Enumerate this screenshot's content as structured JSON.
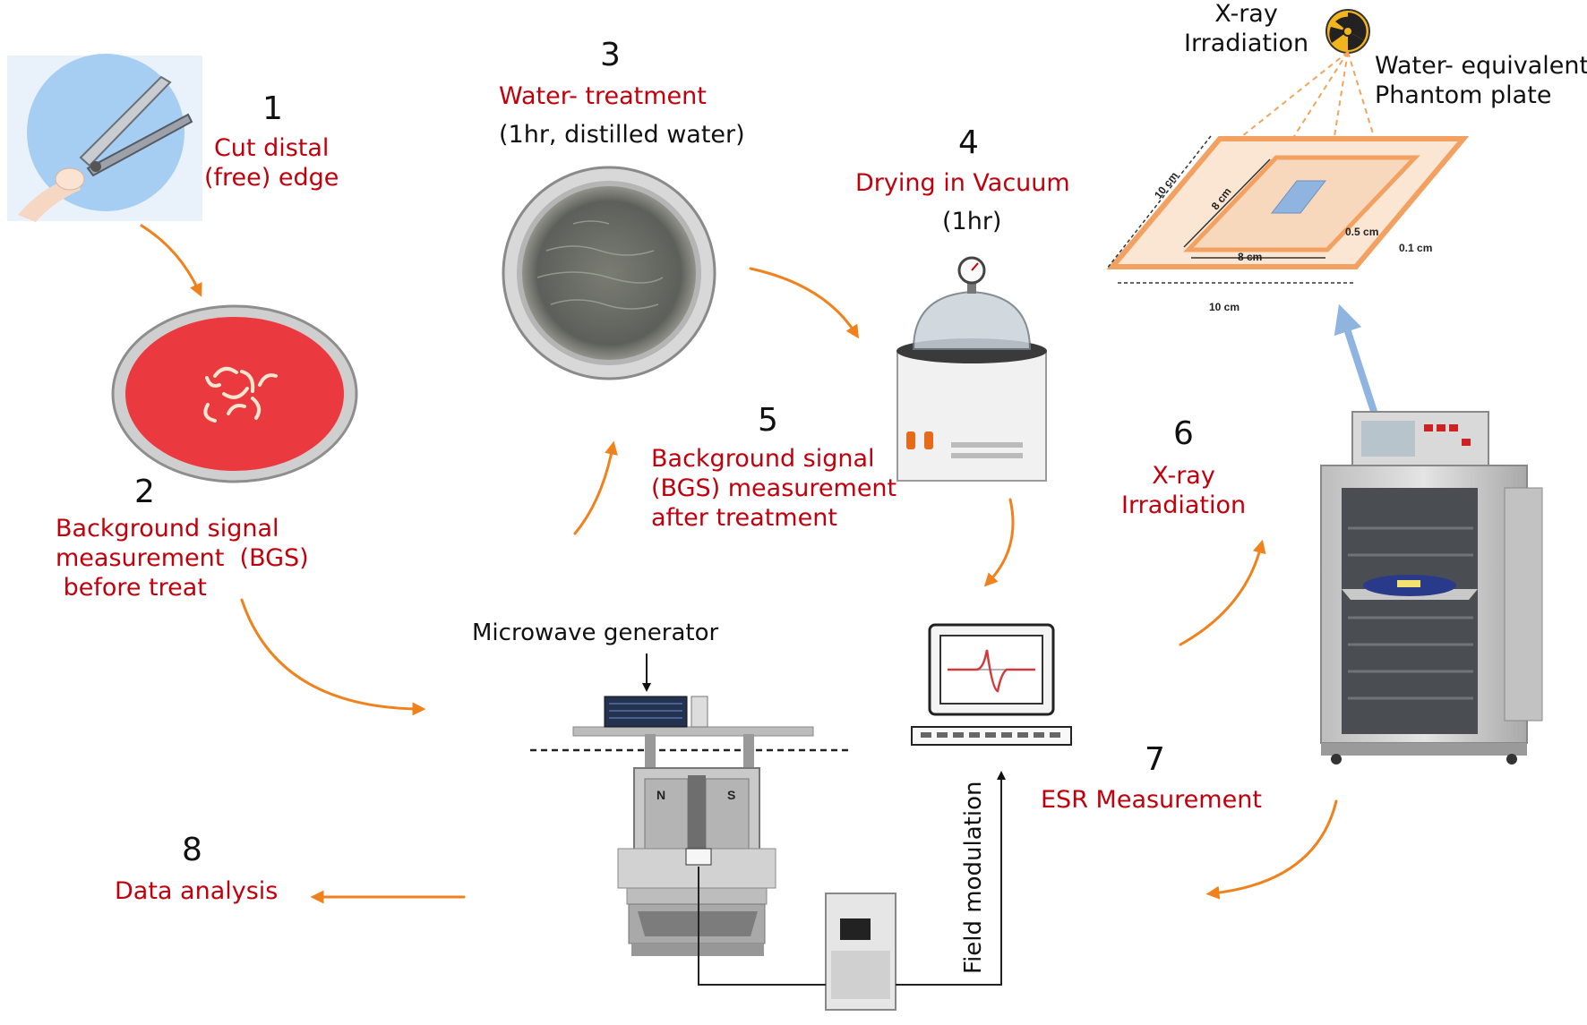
{
  "steps": [
    {
      "number": "1",
      "title": "Cut distal\n(free) edge"
    },
    {
      "number": "2",
      "title": "Background signal\nmeasurement  (BGS)\n before treat"
    },
    {
      "number": "3",
      "title": "Water- treatment",
      "detail": "(1hr, distilled water)"
    },
    {
      "number": "4",
      "title": "Drying in Vacuum",
      "detail": "(1hr)"
    },
    {
      "number": "5",
      "title": "Background signal\n(BGS) measurement\nafter treatment"
    },
    {
      "number": "6",
      "title": "X-ray\nIrradiation"
    },
    {
      "number": "7",
      "title": "ESR  Measurement"
    },
    {
      "number": "8",
      "title": "Data analysis"
    }
  ],
  "phantom": {
    "source_label": "X-ray\nIrradiation",
    "plate_label": "Water- equivalent\nPhantom plate",
    "dims": {
      "outer_side": "10 cm",
      "outer_bottom": "10 cm",
      "inner_side": "8 cm",
      "inner_bottom": "8 cm",
      "thick1": "0.5 cm",
      "thick2": "0.1 cm"
    }
  },
  "esr": {
    "microwave_label": "Microwave generator",
    "field_label": "Field modulation",
    "north": "N",
    "south": "S"
  },
  "colors": {
    "arrow": "#f0821e",
    "step_text": "#c0000c",
    "beam": "#8fb4e0"
  }
}
